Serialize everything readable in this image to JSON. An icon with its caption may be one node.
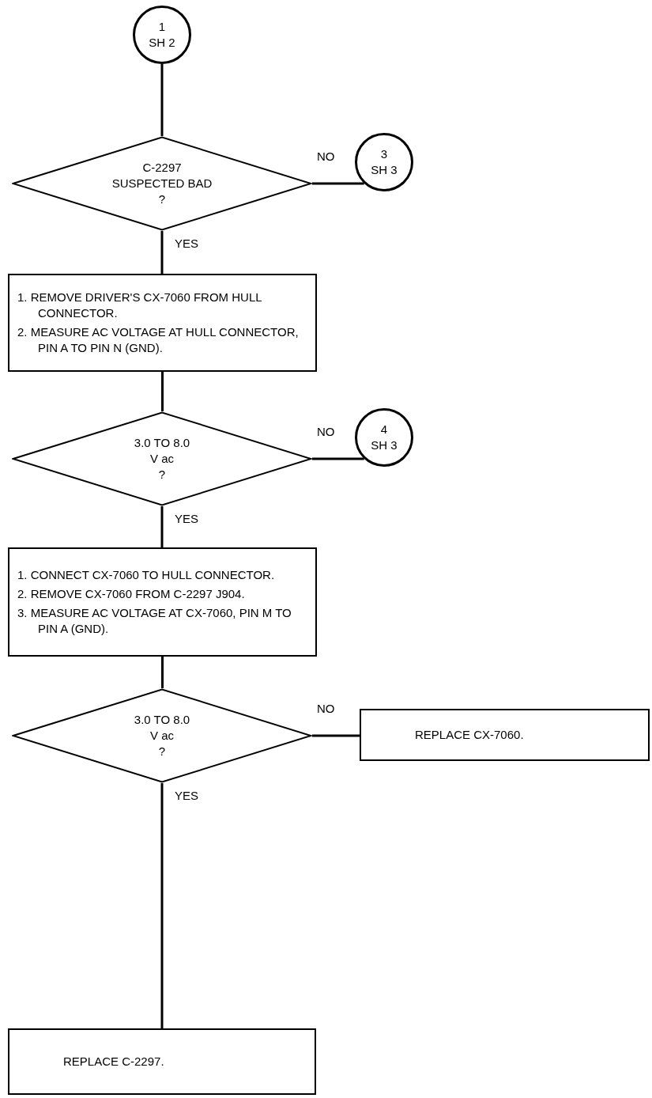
{
  "diagram": {
    "nodes": [
      {
        "text": [
          "1",
          "SH 2"
        ]
      },
      {
        "text": [
          "C-2297",
          "SUSPECTED BAD",
          "?"
        ]
      },
      {
        "text": [
          "3",
          "SH 3"
        ]
      },
      {
        "text": [
          "1. REMOVE DRIVER'S CX-7060 FROM HULL CONNECTOR.",
          "2. MEASURE AC VOLTAGE AT HULL CONNECTOR, PIN A TO PIN N (GND)."
        ]
      },
      {
        "text": [
          "3.0 TO 8.0",
          "V ac",
          "?"
        ]
      },
      {
        "text": [
          "4",
          "SH 3"
        ]
      },
      {
        "text": [
          "1. CONNECT CX-7060 TO HULL CONNECTOR.",
          "2. REMOVE CX-7060 FROM C-2297 J904.",
          "3. MEASURE AC VOLTAGE AT CX-7060, PIN M TO PIN A (GND)."
        ]
      },
      {
        "text": [
          "3.0 TO 8.0",
          "V ac",
          "?"
        ]
      },
      {
        "text": [
          "REPLACE CX-7060."
        ]
      },
      {
        "text": [
          "REPLACE C-2297."
        ]
      }
    ],
    "edges": [
      {
        "from": 0,
        "to": 1,
        "arrow": "none"
      },
      {
        "from": 1,
        "to": 2,
        "arrow": "none",
        "label": "NO"
      },
      {
        "from": 1,
        "to": 3,
        "arrow": "none",
        "label": "YES"
      },
      {
        "from": 3,
        "to": 4,
        "arrow": "none"
      },
      {
        "from": 4,
        "to": 5,
        "arrow": "none",
        "label": "NO"
      },
      {
        "from": 4,
        "to": 6,
        "arrow": "none",
        "label": "YES"
      },
      {
        "from": 6,
        "to": 7,
        "arrow": "none"
      },
      {
        "from": 7,
        "to": 8,
        "arrow": "none",
        "label": "NO"
      },
      {
        "from": 7,
        "to": 9,
        "arrow": "none",
        "label": "YES"
      }
    ]
  }
}
